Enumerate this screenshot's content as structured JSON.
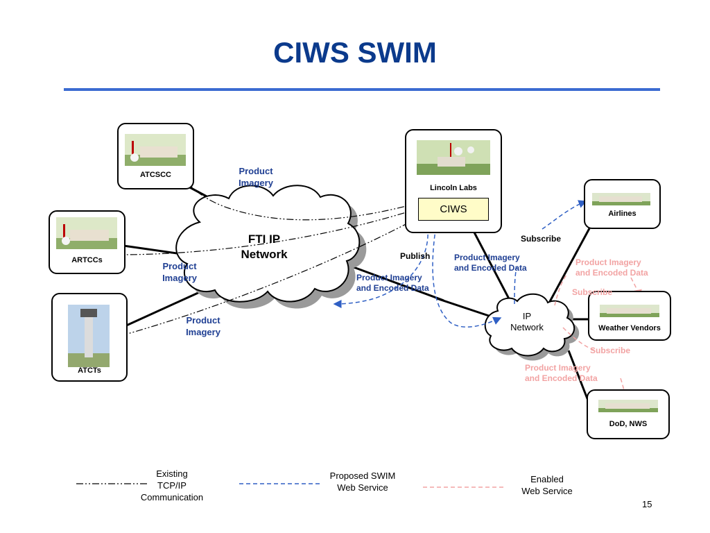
{
  "title": "CIWS SWIM",
  "nodes": {
    "atcscc": "ATCSCC",
    "artccs": "ARTCCs",
    "atcts": "ATCTs",
    "lincoln": "Lincoln Labs",
    "ciws": "CIWS",
    "airlines": "Airlines",
    "weather": "Weather Vendors",
    "dod": "DoD, NWS"
  },
  "clouds": {
    "fti_line1": "FTI IP",
    "fti_line2": "Network",
    "ip_line1": "IP",
    "ip_line2": "Network"
  },
  "labels": {
    "pi_top_1": "Product",
    "pi_top_2": "Imagery",
    "pi_mid_1": "Product",
    "pi_mid_2": "Imagery",
    "pi_low_1": "Product",
    "pi_low_2": "Imagery",
    "publish": "Publish",
    "subscribe_black": "Subscribe",
    "pied_center_1": "Product Imagery",
    "pied_center_2": "and Encoded Data",
    "pied_right_1": "Product Imagery",
    "pied_right_2": "and Encoded Data",
    "pink_pied_top_1": "Product Imagery",
    "pink_pied_top_2": "and Encoded Data",
    "pink_subscribe_1": "Subscribe",
    "pink_subscribe_2": "Subscribe",
    "pink_pied_bottom_1": "Product Imagery",
    "pink_pied_bottom_2": "and Encoded Data"
  },
  "legend": {
    "existing_1": "Existing",
    "existing_2": "TCP/IP",
    "existing_3": "Communication",
    "proposed_1": "Proposed SWIM",
    "proposed_2": "Web Service",
    "enabled_1": "Enabled",
    "enabled_2": "Web Service"
  },
  "page_number": "15",
  "colors": {
    "title": "#0b3a8c",
    "proposed": "#2f5fc4",
    "enabled": "#f2a3a3"
  }
}
